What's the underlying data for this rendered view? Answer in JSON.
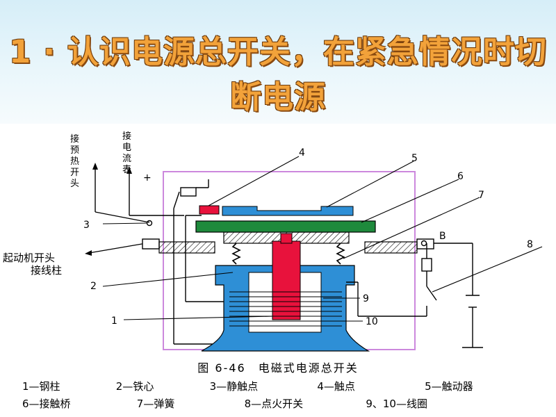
{
  "slide": {
    "title": "1 · 认识电源总开关，在紧急情况时切断电源"
  },
  "diagram": {
    "labels": {
      "preheat": "接预热开头",
      "ammeter": "接电流表",
      "plus": "+",
      "starter": "起动机开头",
      "terminal": "接线柱",
      "b": "B",
      "n1": "1",
      "n2": "2",
      "n3": "3",
      "n4": "4",
      "n5": "5",
      "n6": "6",
      "n7": "7",
      "n8": "8",
      "n9": "9",
      "n10": "10"
    },
    "caption": "图 6-46　电磁式电源总开关",
    "legend_row1": [
      "1—钢柱",
      "2—铁心",
      "3—静触点",
      "4—触点",
      "5—触动器"
    ],
    "legend_row2": [
      "6—接触桥",
      "7—弹簧",
      "8—点火开关",
      "9、10—线圈"
    ]
  },
  "colors": {
    "blue": "#2e8fd6",
    "red": "#e8123c",
    "green": "#1e8a3c",
    "frame": "#cc88dd",
    "title": "#f2a23a"
  }
}
